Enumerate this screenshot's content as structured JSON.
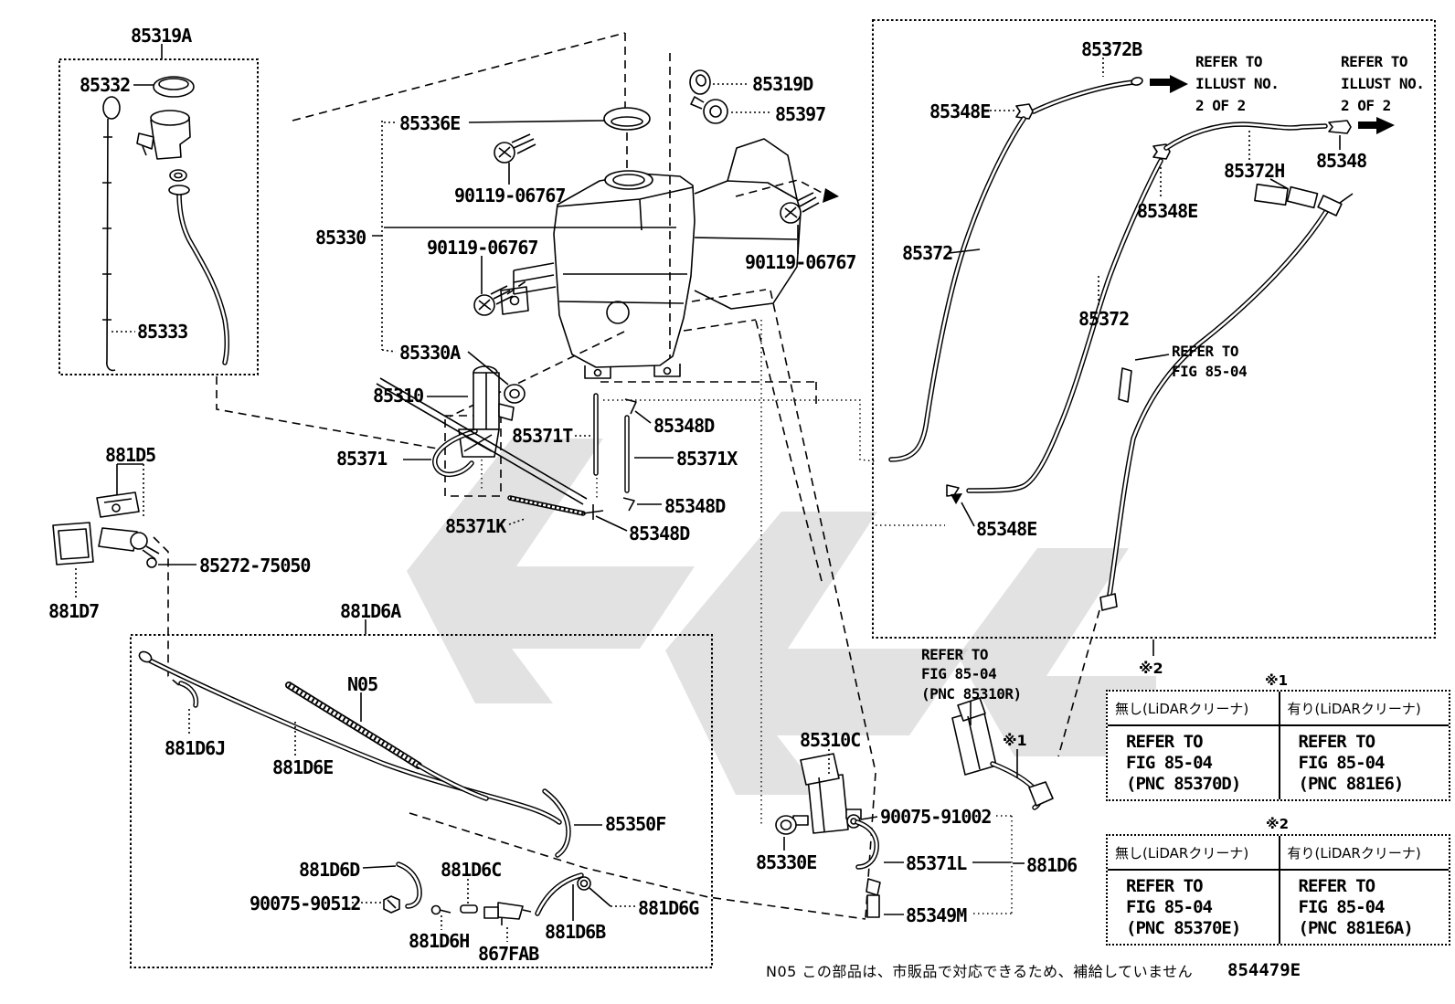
{
  "page": {
    "footnote": "N05 この部品は、市販品で対応できるため、補給していません",
    "doc_code": "854479E"
  },
  "labels": {
    "p85319A": "85319A",
    "p85332": "85332",
    "p85333": "85333",
    "p85336E": "85336E",
    "p85330": "85330",
    "screw1": "90119-06767",
    "screw2": "90119-06767",
    "screw3": "90119-06767",
    "p85319D": "85319D",
    "p85397": "85397",
    "p85330A": "85330A",
    "p85310": "85310",
    "p85371T": "85371T",
    "p85371": "85371",
    "p85371X": "85371X",
    "p85348D_1": "85348D",
    "p85348D_2": "85348D",
    "p85348D_3": "85348D",
    "p85371K": "85371K",
    "p85372B": "85372B",
    "p85348E_1": "85348E",
    "p85348E_2": "85348E",
    "p85348E_3": "85348E",
    "p85372H": "85372H",
    "p85348": "85348",
    "p85372_1": "85372",
    "p85372_2": "85372",
    "p881D5": "881D5",
    "p881D7": "881D7",
    "p85272": "85272-75050",
    "p881D6A": "881D6A",
    "pN05": "N05",
    "p881D6J": "881D6J",
    "p881D6E": "881D6E",
    "p85350F": "85350F",
    "p881D6D": "881D6D",
    "p90075_90512": "90075-90512",
    "p881D6C": "881D6C",
    "p881D6H": "881D6H",
    "p867FAB": "867FAB",
    "p881D6B": "881D6B",
    "p881D6G": "881D6G",
    "p85310C": "85310C",
    "p85330E": "85330E",
    "p90075_91002": "90075-91002",
    "p85371L": "85371L",
    "p881D6": "881D6",
    "p85349M": "85349M",
    "star1": "※1",
    "star2": "※2"
  },
  "refer": {
    "illust1": [
      "REFER TO",
      "ILLUST NO.",
      "2 OF 2"
    ],
    "illust2": [
      "REFER TO",
      "ILLUST NO.",
      "2 OF 2"
    ],
    "fig8504": [
      "REFER TO",
      "FIG 85-04"
    ],
    "fig8504_pnc": [
      "REFER TO",
      "FIG 85-04",
      "(PNC 85310R)"
    ]
  },
  "tables": [
    {
      "ref": "※1",
      "col1_header": "無し(LiDARクリーナ)",
      "col2_header": "有り(LiDARクリーナ)",
      "col1_lines": [
        "REFER TO",
        "FIG 85-04",
        "(PNC 85370D)"
      ],
      "col2_lines": [
        "REFER TO",
        "FIG 85-04",
        "(PNC 881E6)"
      ]
    },
    {
      "ref": "※2",
      "col1_header": "無し(LiDARクリーナ)",
      "col2_header": "有り(LiDARクリーナ)",
      "col1_lines": [
        "REFER TO",
        "FIG 85-04",
        "(PNC 85370E)"
      ],
      "col2_lines": [
        "REFER TO",
        "FIG 85-04",
        "(PNC 881E6A)"
      ]
    }
  ]
}
